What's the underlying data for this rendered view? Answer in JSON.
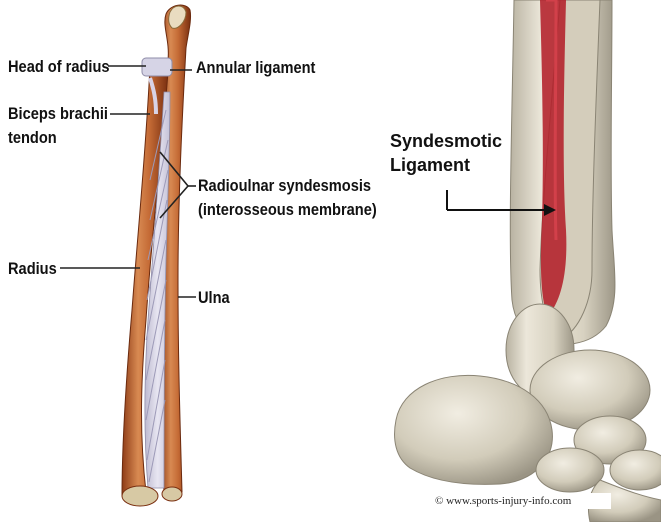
{
  "left_figure": {
    "labels": {
      "head_of_radius": "Head of radius",
      "annular_ligament": "Annular ligament",
      "biceps_line1": "Biceps brachii",
      "biceps_line2": "tendon",
      "syndesmosis_line1": "Radioulnar syndesmosis",
      "syndesmosis_line2": "(interosseous membrane)",
      "radius": "Radius",
      "ulna": "Ulna"
    },
    "colors": {
      "bone": "#c46a35",
      "membrane": "#d9d7e6"
    }
  },
  "right_figure": {
    "labels": {
      "syndesmotic_line1": "Syndesmotic",
      "syndesmotic_line2": "Ligament"
    },
    "credit": "© www.sports-injury-info.com",
    "colors": {
      "bone": "#d8d2c1",
      "ligament": "#b3202a"
    }
  }
}
